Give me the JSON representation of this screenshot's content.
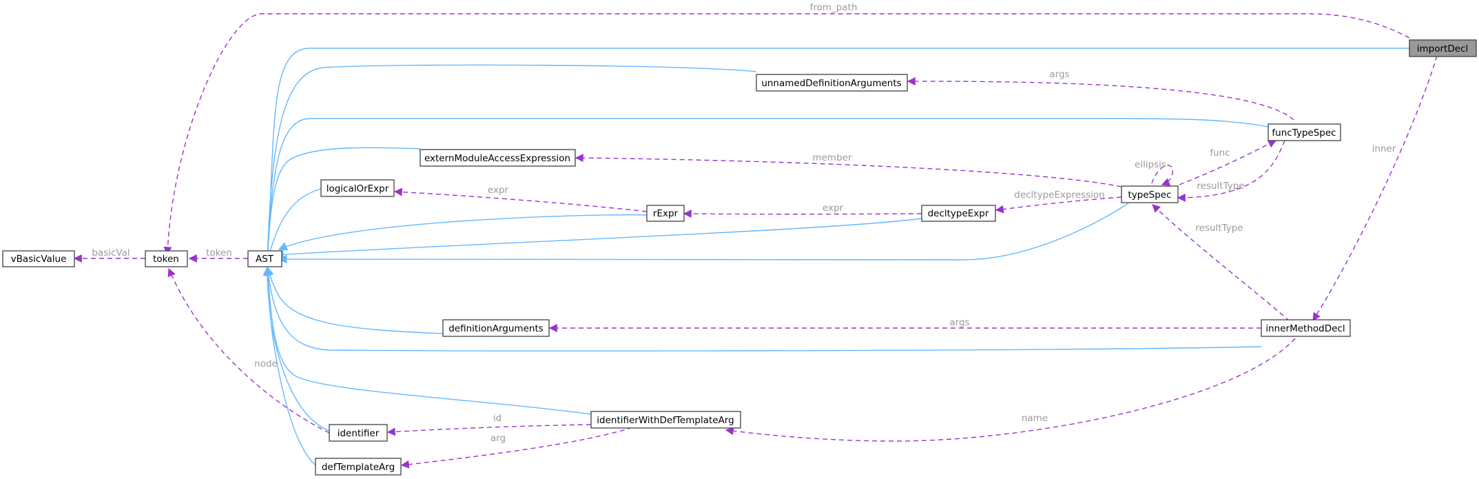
{
  "nodes": {
    "vBasicValue": "vBasicValue",
    "token": "token",
    "AST": "AST",
    "importDecl": "importDecl",
    "unnamedDefinitionArguments": "unnamedDefinitionArguments",
    "funcTypeSpec": "funcTypeSpec",
    "externModuleAccessExpression": "externModuleAccessExpression",
    "logicalOrExpr": "logicalOrExpr",
    "rExpr": "rExpr",
    "decltypeExpr": "decltypeExpr",
    "typeSpec": "typeSpec",
    "definitionArguments": "definitionArguments",
    "innerMethodDecl": "innerMethodDecl",
    "identifierWithDefTemplateArg": "identifierWithDefTemplateArg",
    "identifier": "identifier",
    "defTemplateArg": "defTemplateArg"
  },
  "edge_labels": {
    "from_path": "from_path",
    "args_top": "args",
    "member": "member",
    "func": "func",
    "ellipsis": "ellipsis",
    "resultType_func": "resultType",
    "expr_rExpr": "expr",
    "expr_decltype": "expr",
    "decltypeExpression": "decltypeExpression",
    "inner": "inner",
    "resultType_inner": "resultType",
    "basicVal": "basicVal",
    "token": "token",
    "args_bottom": "args",
    "node": "node",
    "id": "id",
    "arg": "arg",
    "name": "name"
  },
  "colors": {
    "inheritance_edge": "#63b8ff",
    "usage_edge": "#9a32cd",
    "focus_node_fill": "#999999",
    "edge_label": "#9a9a9a"
  }
}
